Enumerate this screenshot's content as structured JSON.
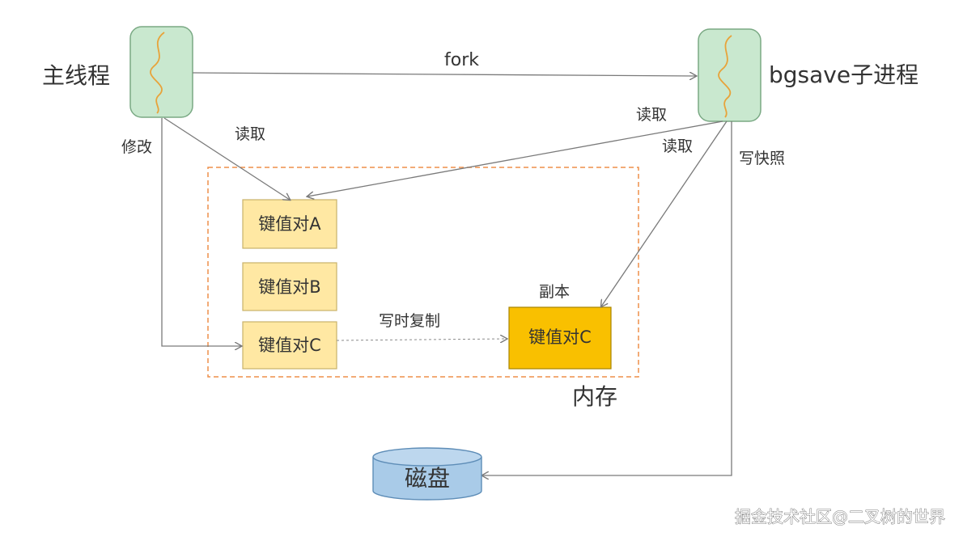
{
  "threads": {
    "main": "主线程",
    "child": "bgsave子进程"
  },
  "edges": {
    "fork": "fork",
    "modify": "修改",
    "main_read": "读取",
    "child_read_a": "读取",
    "child_read_c": "读取",
    "write_snapshot": "写快照",
    "copy_on_write": "写时复制"
  },
  "memory": {
    "label": "内存",
    "pairs": [
      "键值对A",
      "键值对B",
      "键值对C"
    ],
    "replica_label": "副本",
    "replica": "键值对C"
  },
  "disk": {
    "label": "磁盘"
  },
  "watermark": "掘金技术社区@二叉树的世界",
  "colors": {
    "thread_fill": "#c9e8cf",
    "thread_border": "#7aa984",
    "squiggle": "#e8a33a",
    "pair_fill": "#ffe8a3",
    "pair_border": "#c9b26a",
    "replica_fill": "#f9c000",
    "memory_border": "#ee8f4a",
    "disk_fill": "#a9cbe8",
    "disk_border": "#5e8db7",
    "arrow": "#7a7a7a"
  }
}
